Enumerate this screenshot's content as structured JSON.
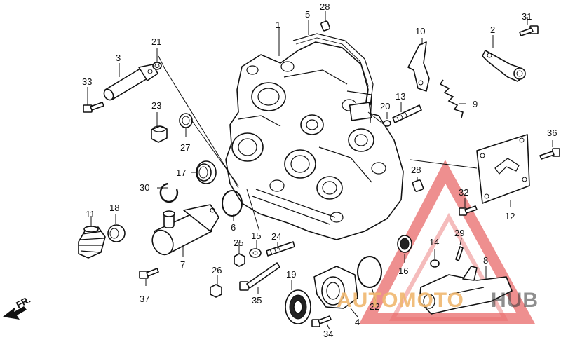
{
  "diagram": {
    "callouts": [
      {
        "id": "1",
        "label": "1"
      },
      {
        "id": "2",
        "label": "2"
      },
      {
        "id": "3",
        "label": "3"
      },
      {
        "id": "4",
        "label": "4"
      },
      {
        "id": "5",
        "label": "5"
      },
      {
        "id": "6",
        "label": "6"
      },
      {
        "id": "7",
        "label": "7"
      },
      {
        "id": "8",
        "label": "8"
      },
      {
        "id": "9",
        "label": "9"
      },
      {
        "id": "10",
        "label": "10"
      },
      {
        "id": "11",
        "label": "11"
      },
      {
        "id": "12",
        "label": "12"
      },
      {
        "id": "13",
        "label": "13"
      },
      {
        "id": "14",
        "label": "14"
      },
      {
        "id": "15",
        "label": "15"
      },
      {
        "id": "16",
        "label": "16"
      },
      {
        "id": "17",
        "label": "17"
      },
      {
        "id": "18",
        "label": "18"
      },
      {
        "id": "19",
        "label": "19"
      },
      {
        "id": "20",
        "label": "20"
      },
      {
        "id": "21",
        "label": "21"
      },
      {
        "id": "22",
        "label": "22"
      },
      {
        "id": "23",
        "label": "23"
      },
      {
        "id": "24",
        "label": "24"
      },
      {
        "id": "25",
        "label": "25"
      },
      {
        "id": "26",
        "label": "26"
      },
      {
        "id": "27",
        "label": "27"
      },
      {
        "id": "28a",
        "label": "28"
      },
      {
        "id": "28b",
        "label": "28"
      },
      {
        "id": "29",
        "label": "29"
      },
      {
        "id": "30",
        "label": "30"
      },
      {
        "id": "31",
        "label": "31"
      },
      {
        "id": "32",
        "label": "32"
      },
      {
        "id": "33",
        "label": "33"
      },
      {
        "id": "34",
        "label": "34"
      },
      {
        "id": "35",
        "label": "35"
      },
      {
        "id": "36",
        "label": "36"
      },
      {
        "id": "37",
        "label": "37"
      }
    ],
    "front_indicator": "FR.",
    "watermark": {
      "text_part1": "AUTOMOTO",
      "text_part2": "HUB",
      "color_triangle": "#e86a6a",
      "color_text": "#f0b870"
    }
  }
}
